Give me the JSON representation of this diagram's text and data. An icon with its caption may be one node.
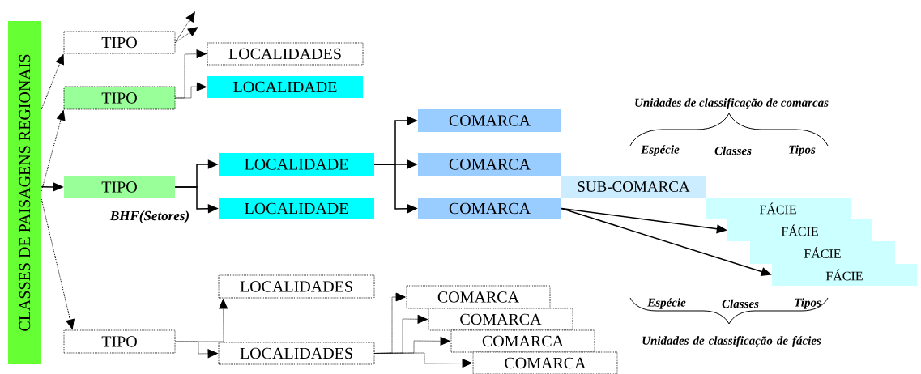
{
  "diagram": {
    "nodes": [
      {
        "text": [
          "CLASSES DE PAISAGENS REGIONAIS"
        ]
      },
      {
        "text": [
          "TIPO"
        ]
      },
      {
        "text": [
          "TIPO"
        ]
      },
      {
        "text": [
          "LOCALIDADES"
        ]
      },
      {
        "text": [
          "LOCALIDADE"
        ]
      },
      {
        "text": [
          "TIPO"
        ],
        "beside": [
          "BHF(Setores)"
        ]
      },
      {
        "text": [
          "LOCALIDADE"
        ]
      },
      {
        "text": [
          "LOCALIDADE"
        ]
      },
      {
        "text": [
          "COMARCA"
        ]
      },
      {
        "text": [
          "COMARCA"
        ]
      },
      {
        "text": [
          "COMARCA"
        ]
      },
      {
        "text": [
          "SUB-COMARCA"
        ]
      },
      {
        "text": [
          "FÁCIE"
        ]
      },
      {
        "text": [
          "FÁCIE"
        ]
      },
      {
        "text": [
          "FÁCIE"
        ]
      },
      {
        "text": [
          "FÁCIE"
        ]
      },
      {
        "text": [
          "LOCALIDADES"
        ]
      },
      {
        "text": [
          "TIPO"
        ]
      },
      {
        "text": [
          "LOCALIDADES"
        ]
      },
      {
        "text": [
          "COMARCA"
        ]
      },
      {
        "text": [
          "COMARCA"
        ]
      },
      {
        "text": [
          "COMARCA"
        ]
      },
      {
        "text": [
          "COMARCA"
        ]
      }
    ],
    "edges": [
      {
        "from": 0,
        "to": 1,
        "arrow": "to",
        "style": "dashed"
      },
      {
        "from": 0,
        "to": 2,
        "arrow": "to",
        "style": "dashed"
      },
      {
        "from": 0,
        "to": 5,
        "arrow": "to"
      },
      {
        "from": 0,
        "to": 17,
        "arrow": "to",
        "style": "dashed"
      },
      {
        "from": 1,
        "to": null,
        "arrow": "to",
        "style": "dashed"
      },
      {
        "from": 1,
        "to": null,
        "arrow": "to",
        "style": "dashed"
      },
      {
        "from": 2,
        "to": 3,
        "arrow": "to",
        "style": "dashed"
      },
      {
        "from": 2,
        "to": 4,
        "arrow": "to",
        "style": "dashed"
      },
      {
        "from": 5,
        "to": 6,
        "arrow": "to"
      },
      {
        "from": 5,
        "to": 7,
        "arrow": "to"
      },
      {
        "from": 6,
        "to": 8,
        "arrow": "to"
      },
      {
        "from": 6,
        "to": 9,
        "arrow": "to"
      },
      {
        "from": 6,
        "to": 10,
        "arrow": "to"
      },
      {
        "from": 10,
        "to": 13,
        "arrow": "to"
      },
      {
        "from": 10,
        "to": 15,
        "arrow": "to"
      },
      {
        "from": 17,
        "to": 16,
        "arrow": "to",
        "style": "dashed"
      },
      {
        "from": 17,
        "to": 18,
        "arrow": "to",
        "style": "dashed"
      },
      {
        "from": 18,
        "to": 19,
        "arrow": "to",
        "style": "dashed"
      },
      {
        "from": 18,
        "to": 20,
        "arrow": "to",
        "style": "dashed"
      },
      {
        "from": 18,
        "to": 21,
        "arrow": "to",
        "style": "dashed"
      },
      {
        "from": 18,
        "to": 22,
        "arrow": "to",
        "style": "dashed"
      }
    ],
    "labels": [
      "Unidades de classificação de comarcas",
      "Espécie",
      "Classes",
      "Tipos",
      "Espécie",
      "Classes",
      "Tipos",
      "Unidades de classificação de fácies"
    ]
  }
}
